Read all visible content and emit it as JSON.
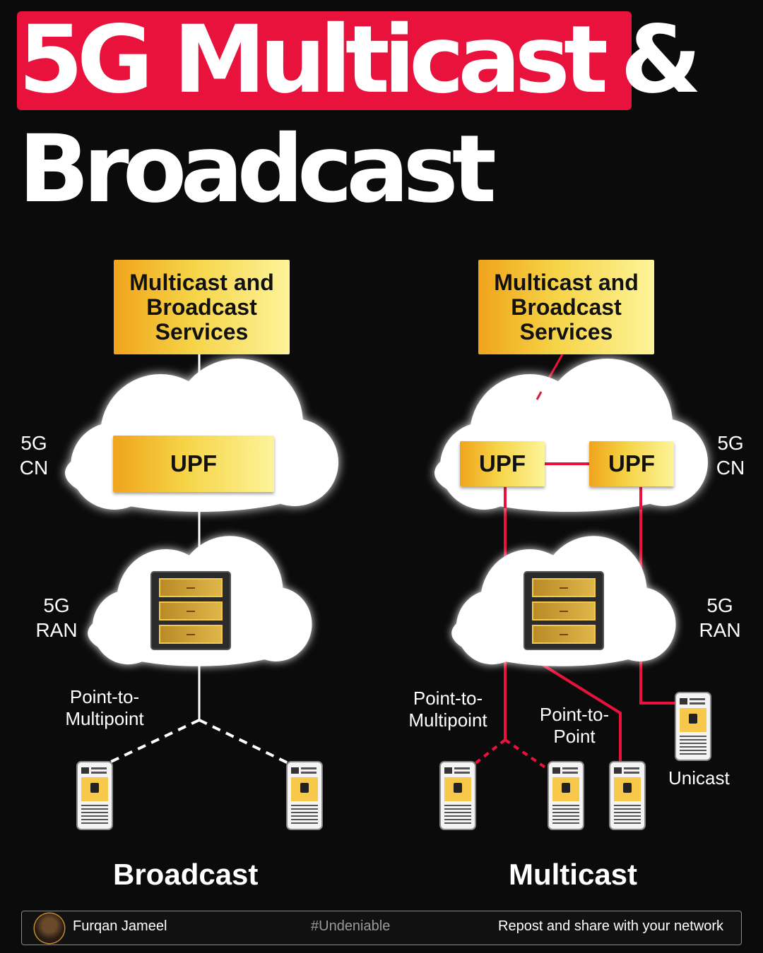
{
  "title": {
    "line1_highlight": "5G Multicast",
    "line1_rest": "&",
    "line2": "Broadcast"
  },
  "colors": {
    "accent_red": "#e8123c",
    "box_yellow": "#f6d447",
    "box_orange": "#f0a41c",
    "background": "#0b0b0b"
  },
  "broadcast": {
    "service_box": "Multicast and Broadcast Services",
    "cn_label": "5G CN",
    "upf": "UPF",
    "ran_label": "5G RAN",
    "transmission_label": "Point-to-Multipoint",
    "section_title": "Broadcast",
    "devices": 2
  },
  "multicast": {
    "service_box": "Multicast and Broadcast Services",
    "cn_label": "5G CN",
    "upf_left": "UPF",
    "upf_right": "UPF",
    "ran_label": "5G RAN",
    "ptm_label": "Point-to-Multipoint",
    "ptp_label": "Point-to-Point",
    "unicast_label": "Unicast",
    "section_title": "Multicast",
    "devices": 4
  },
  "icons": [
    "cloud-icon",
    "server-rack-icon",
    "smartphone-icon",
    "phone-call-icon"
  ],
  "footer": {
    "author": "Furqan Jameel",
    "hashtag": "#Undeniable",
    "cta": "Repost and share with your network"
  }
}
